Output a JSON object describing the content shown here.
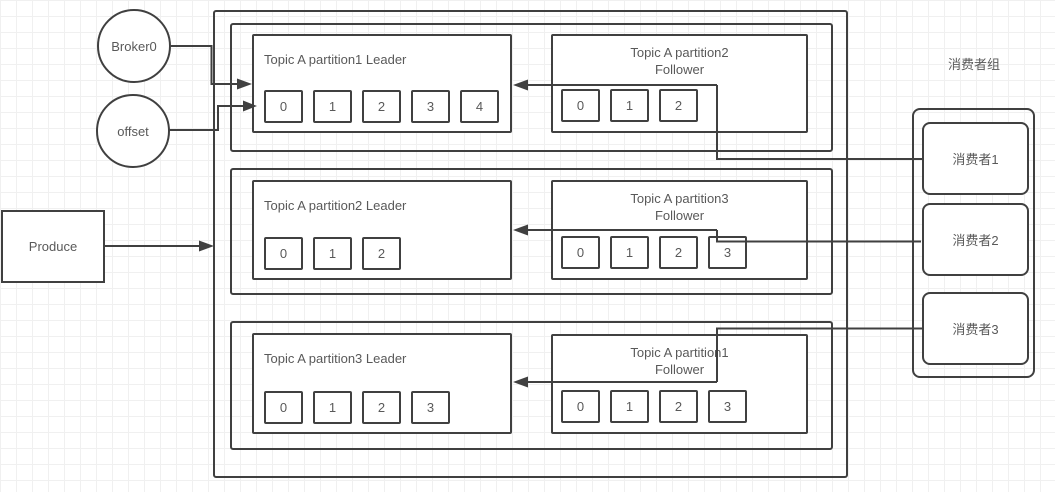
{
  "diagram": {
    "broker_label": "Broker0",
    "offset_label": "offset",
    "produce_label": "Produce",
    "rows": [
      {
        "leader": {
          "title": "Topic A partition1 Leader",
          "cells": [
            "0",
            "1",
            "2",
            "3",
            "4"
          ]
        },
        "follower": {
          "title_line1": "Topic A partition2",
          "title_line2": "Follower",
          "cells": [
            "0",
            "1",
            "2"
          ]
        }
      },
      {
        "leader": {
          "title": "Topic A partition2 Leader",
          "cells": [
            "0",
            "1",
            "2"
          ]
        },
        "follower": {
          "title_line1": "Topic A partition3",
          "title_line2": "Follower",
          "cells": [
            "0",
            "1",
            "2",
            "3"
          ]
        }
      },
      {
        "leader": {
          "title": "Topic A partition3 Leader",
          "cells": [
            "0",
            "1",
            "2",
            "3"
          ]
        },
        "follower": {
          "title_line1": "Topic A partition1",
          "title_line2": "Follower",
          "cells": [
            "0",
            "1",
            "2",
            "3"
          ]
        }
      }
    ],
    "consumer_group": {
      "title": "消费者组",
      "consumers": [
        "消费者1",
        "消费者2",
        "消费者3"
      ]
    },
    "colors": {
      "stroke": "#404040",
      "text": "#595959",
      "grid": "#f0f0f0",
      "background": "#ffffff"
    }
  }
}
